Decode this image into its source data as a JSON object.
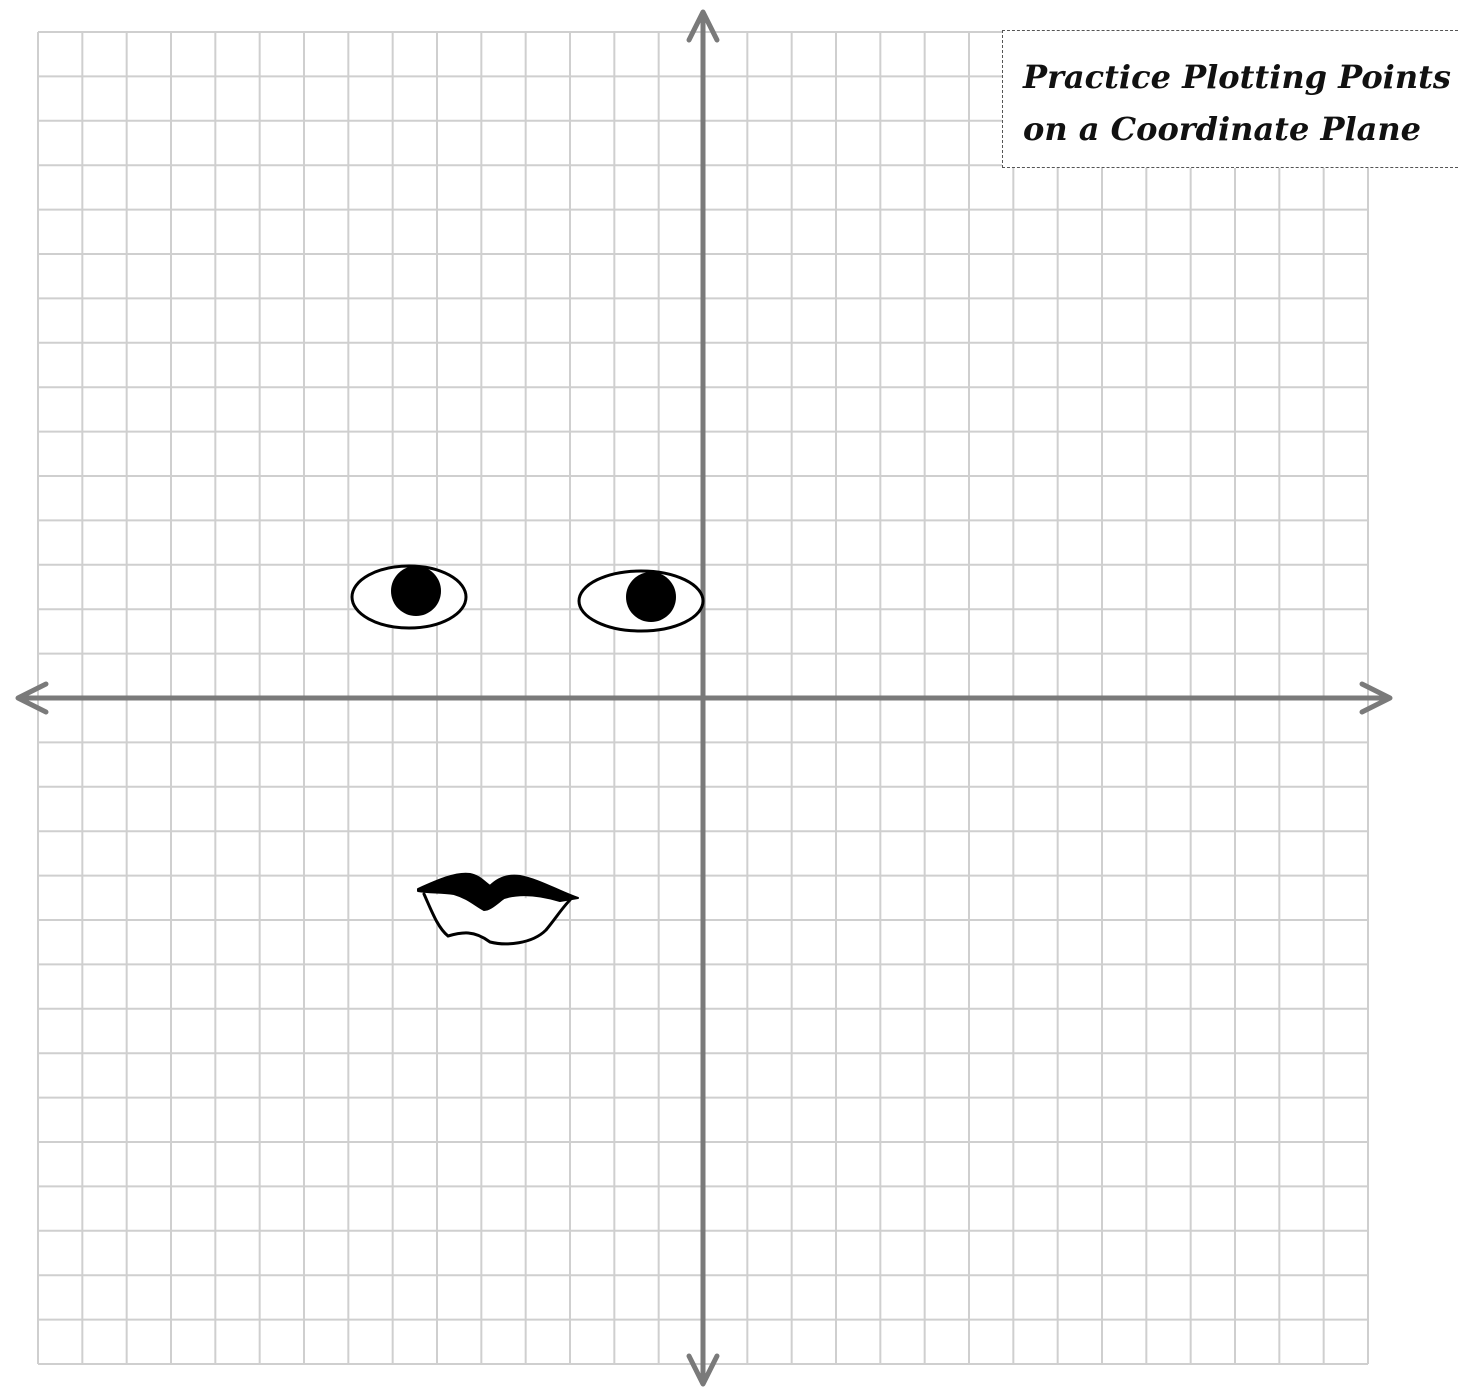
{
  "title": {
    "line1": "Practice Plotting Points",
    "line2": "on a Coordinate Plane"
  },
  "graph": {
    "grid_min": -15,
    "grid_max": 15,
    "grid_color": "#cfcfcf",
    "axis_color": "#7a7a7a",
    "axis_labels_shown": false,
    "tick_numbers_shown": false
  },
  "face": {
    "ink_color": "#000000",
    "left_eye": {
      "center": [
        -6.5,
        2.3
      ],
      "pupil": [
        -6.3,
        2.4
      ]
    },
    "right_eye": {
      "center": [
        -1.4,
        2.2
      ],
      "pupil": [
        -1.2,
        2.3
      ]
    },
    "lips": {
      "center": [
        -4.6,
        -4.7
      ]
    }
  },
  "icons": [
    "eye-icon",
    "lips-icon",
    "arrow-icon"
  ]
}
